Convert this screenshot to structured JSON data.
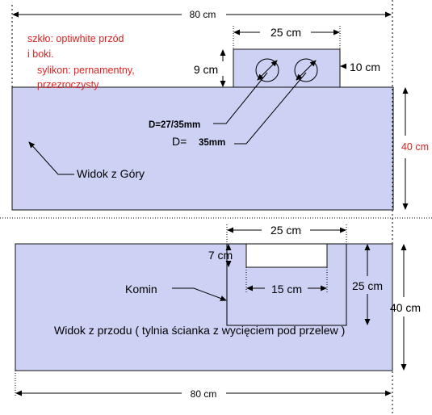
{
  "notes": {
    "glass_line1": "szkło: optiwhite przód",
    "glass_line2": "i boki.",
    "silicone_line1": "sylikon: pernamentny,",
    "silicone_line2": "przezroczysty"
  },
  "top_view": {
    "width_label": "80 cm",
    "ext_width_label": "25 cm",
    "ext_depth_label": "9 cm",
    "ext_side_label": "10 cm",
    "depth_label": "40 cm",
    "diameter_label_1": "D=27/35mm",
    "diameter_label_2_prefix": "D=",
    "diameter_label_2": "35mm",
    "caption": "Widok z Góry"
  },
  "front_view": {
    "cutout_width_label": "25 cm",
    "notch_depth_label": "7 cm",
    "notch_width_label": "15 cm",
    "chimney_height_label": "25 cm",
    "height_label": "40 cm",
    "chimney_label": "Komin",
    "caption": "Widok z przodu ( tylnia ścianka z wycięciem pod przelew )",
    "width_label": "80 cm"
  }
}
